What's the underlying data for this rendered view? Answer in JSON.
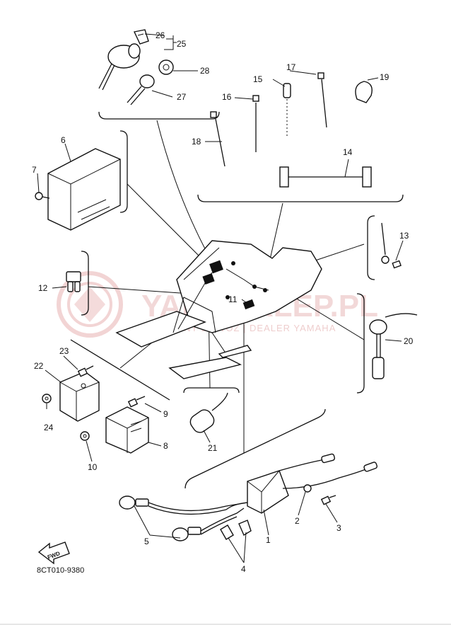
{
  "watermark": {
    "title": "YAMASKLEP.PL",
    "subtitle": "WYŁĄCZNY DOWÓZ | DEALER YAMAHA",
    "color": "#e05a5a"
  },
  "diagram_code": "8CT010-9380",
  "fwd_label": "FWD",
  "callouts": {
    "c1": "1",
    "c2": "2",
    "c3": "3",
    "c4": "4",
    "c5": "5",
    "c6": "6",
    "c7": "7",
    "c8": "8",
    "c9": "9",
    "c10": "10",
    "c11": "11",
    "c12": "12",
    "c13": "13",
    "c14": "14",
    "c15": "15",
    "c16": "16",
    "c17": "17",
    "c18": "18",
    "c19": "19",
    "c20": "20",
    "c21": "21",
    "c22": "22",
    "c23": "23",
    "c24": "24",
    "c25": "25",
    "c26": "26",
    "c27": "27",
    "c28": "28"
  }
}
